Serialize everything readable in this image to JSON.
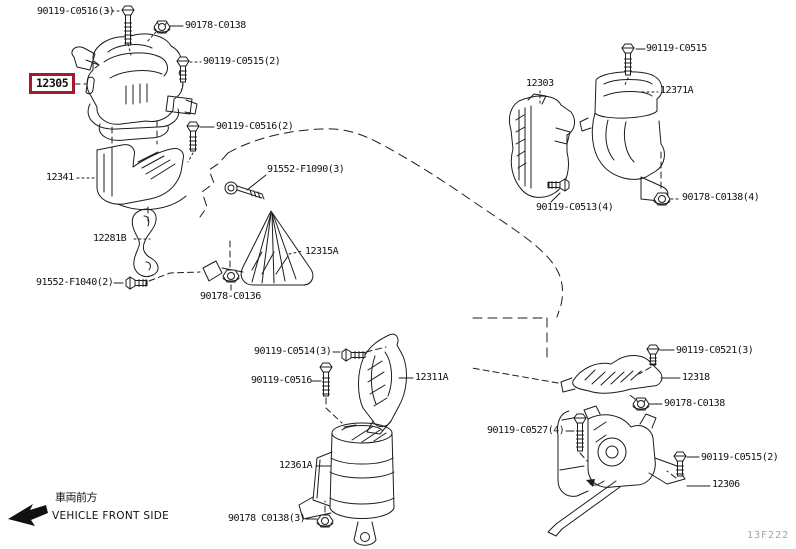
{
  "diagram": {
    "kind": "engine-mounting-parts-diagram",
    "selected_part": "12305",
    "colors": {
      "highlight_box": "#9e1b32",
      "line": "#1c1c1c",
      "muted_text": "#a3a3a3"
    },
    "icons": {
      "bolt": "bolt-icon",
      "nut": "nut-icon",
      "front_arrow": "arrow-left-icon"
    }
  },
  "labels": [
    {
      "id": "90119-C0516-3",
      "text": "90119-C0516(3)"
    },
    {
      "id": "90178-C0138-top",
      "text": "90178-C0138"
    },
    {
      "id": "12305",
      "text": "12305",
      "highlighted": true
    },
    {
      "id": "90119-C0515-2-top",
      "text": "90119-C0515(2)"
    },
    {
      "id": "90119-C0516-2",
      "text": "90119-C0516(2)"
    },
    {
      "id": "12341",
      "text": "12341"
    },
    {
      "id": "91552-F1090-3",
      "text": "91552-F1090(3)"
    },
    {
      "id": "12281B",
      "text": "12281B"
    },
    {
      "id": "91552-F1040-2",
      "text": "91552-F1040(2)"
    },
    {
      "id": "12315A",
      "text": "12315A"
    },
    {
      "id": "90178-C0136",
      "text": "90178-C0136"
    },
    {
      "id": "12303",
      "text": "12303"
    },
    {
      "id": "90119-C0515",
      "text": "90119-C0515"
    },
    {
      "id": "12371A",
      "text": "12371A"
    },
    {
      "id": "90119-C0513-4",
      "text": "90119-C0513(4)"
    },
    {
      "id": "90178-C0138-4",
      "text": "90178-C0138(4)"
    },
    {
      "id": "90119-C0514-3",
      "text": "90119-C0514(3)"
    },
    {
      "id": "90119-C0516-mid",
      "text": "90119-C0516"
    },
    {
      "id": "12311A",
      "text": "12311A"
    },
    {
      "id": "12361A",
      "text": "12361A"
    },
    {
      "id": "90178-C0138-3",
      "text": "90178 C0138(3)"
    },
    {
      "id": "90119-C0527-4",
      "text": "90119-C0527(4)"
    },
    {
      "id": "90119-C0521-3",
      "text": "90119-C0521(3)"
    },
    {
      "id": "12318",
      "text": "12318"
    },
    {
      "id": "90178-C0138-mid",
      "text": "90178-C0138"
    },
    {
      "id": "90119-C0515-2-br",
      "text": "90119-C0515(2)"
    },
    {
      "id": "12306",
      "text": "12306"
    }
  ],
  "notes": {
    "front_cn": "車両前方",
    "front_en": "VEHICLE FRONT SIDE"
  },
  "footer": {
    "code": "13F222"
  }
}
